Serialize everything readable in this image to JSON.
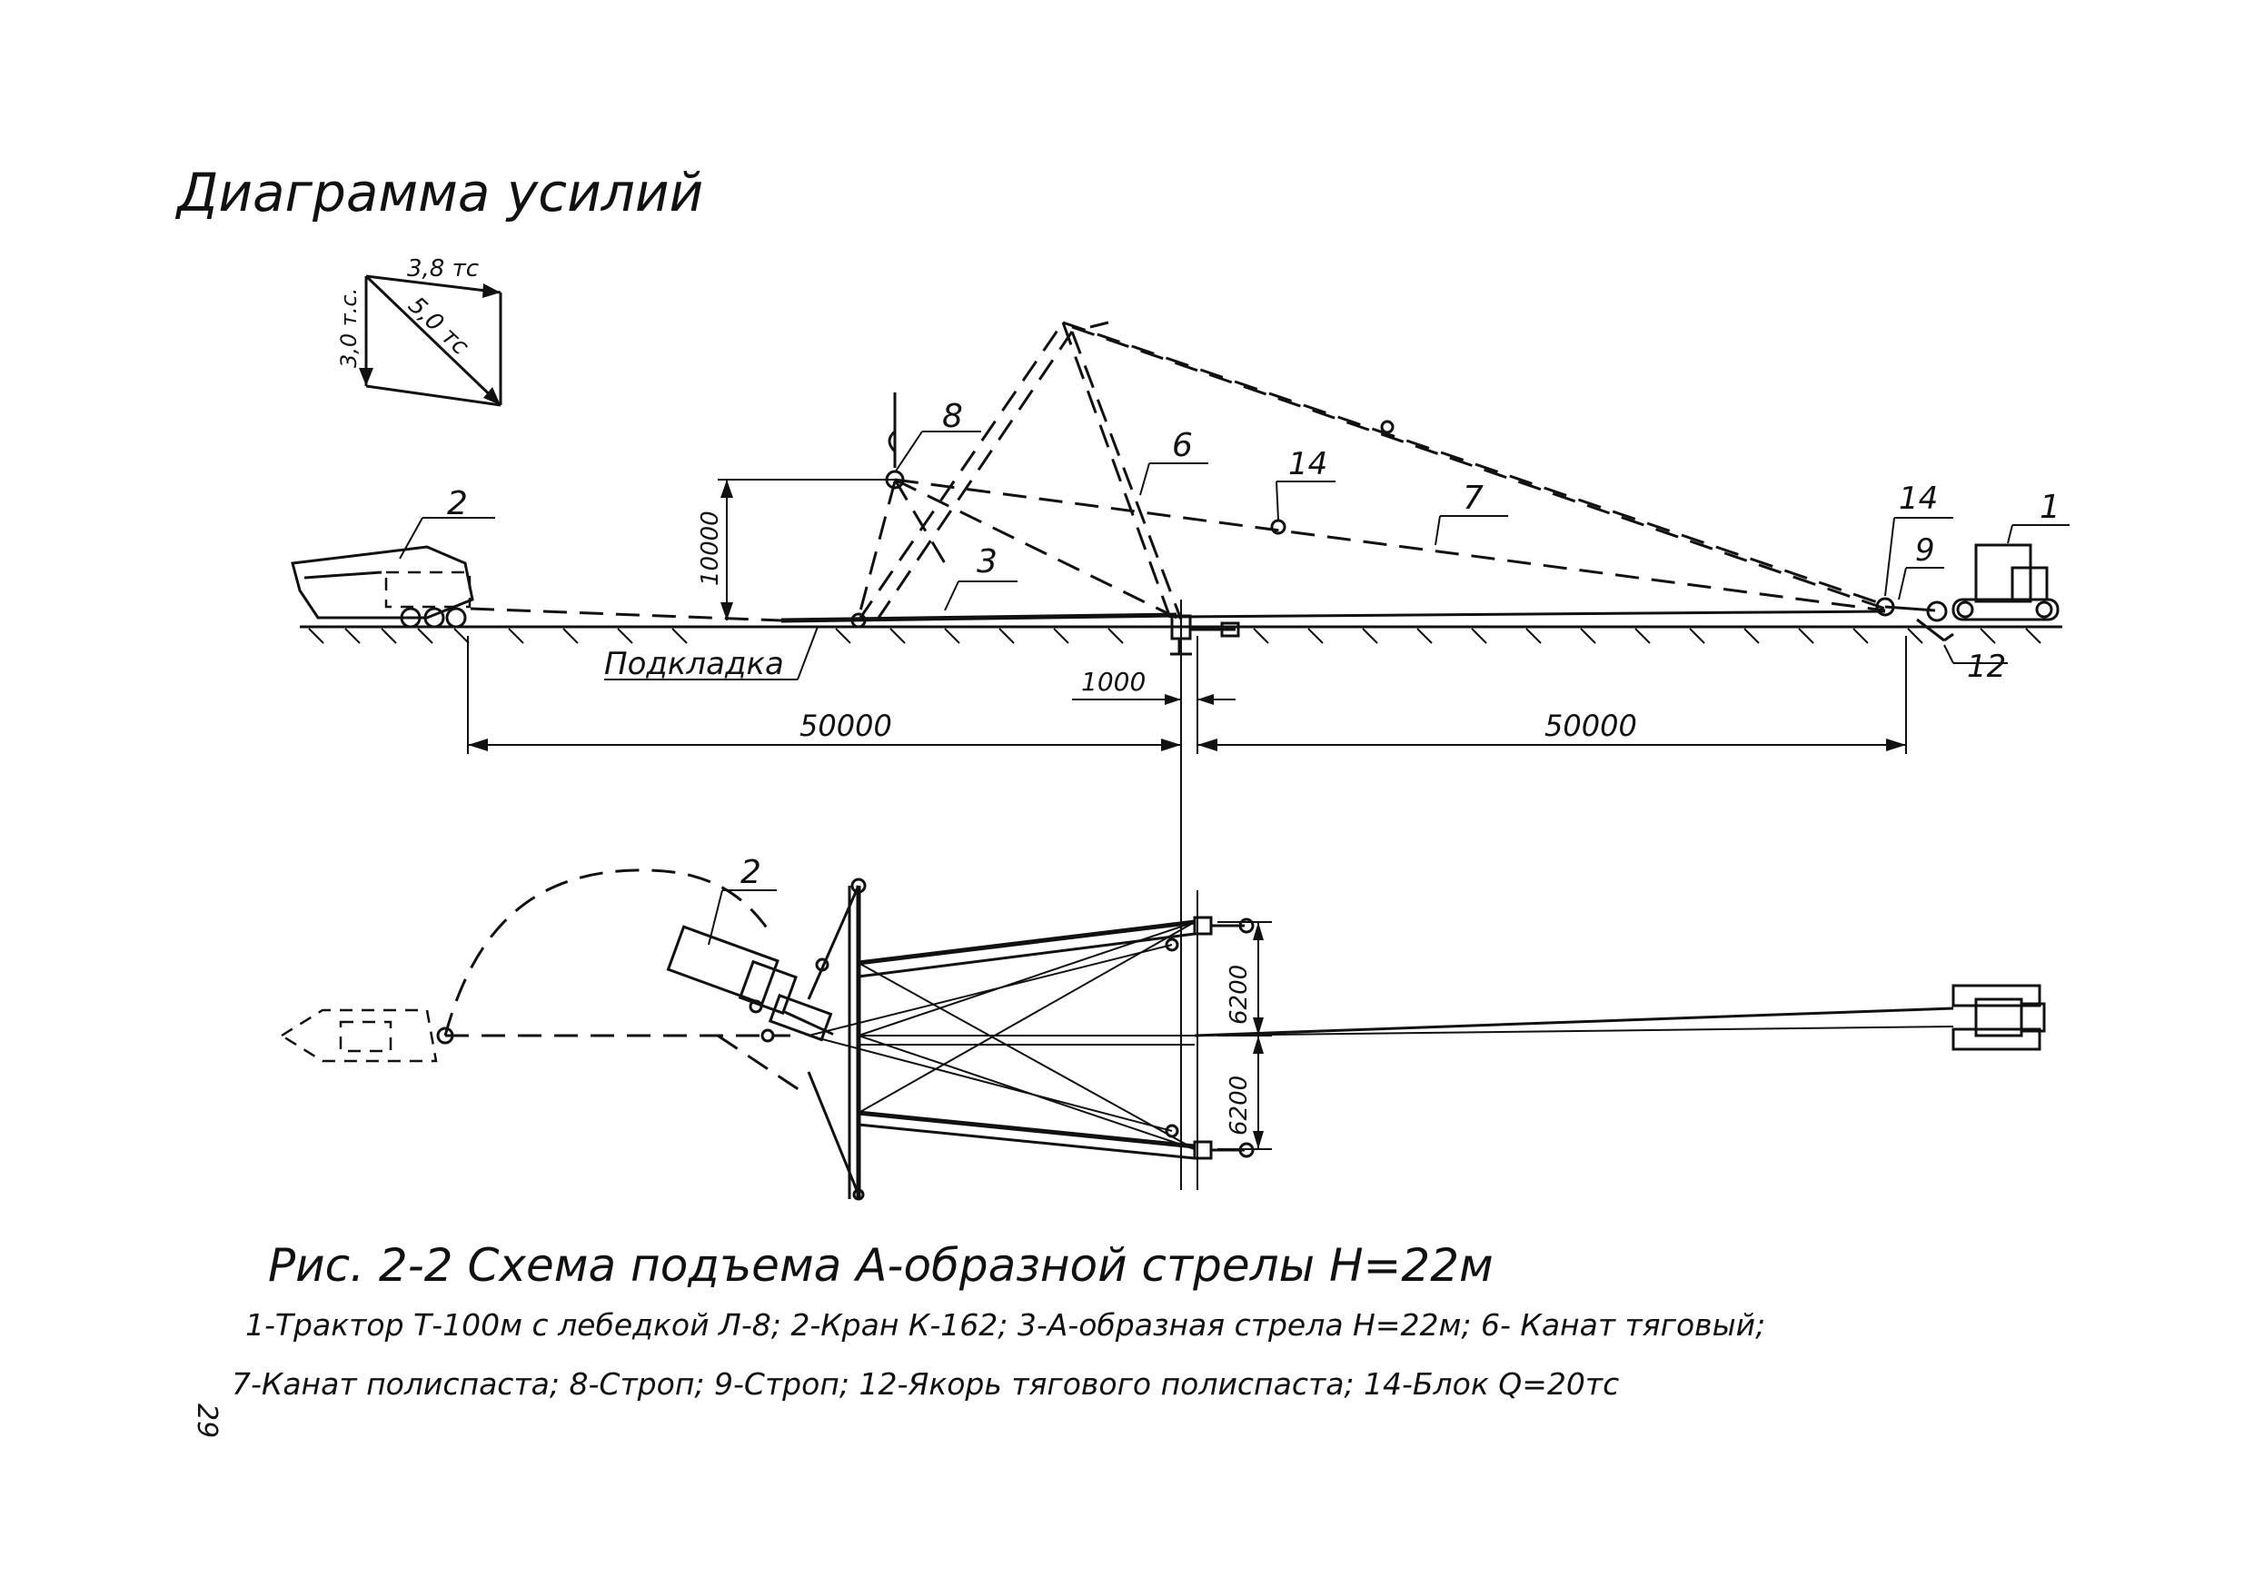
{
  "heading": "Диаграмма усилий",
  "force_diagram": {
    "horizontal": "3,8 тс",
    "vertical": "3,0 т.с.",
    "diagonal": "5,0 тс"
  },
  "dimensions": {
    "height": "10000",
    "offset": "1000",
    "left_span": "50000",
    "right_span": "50000",
    "plan_upper": "6200",
    "plan_lower": "6200"
  },
  "labels": {
    "pad": "Подкладка"
  },
  "markers": {
    "m1": "1",
    "m2_elev": "2",
    "m2_plan": "2",
    "m3": "3",
    "m6": "6",
    "m7": "7",
    "m8": "8",
    "m9": "9",
    "m12": "12",
    "m14a": "14",
    "m14b": "14"
  },
  "caption": {
    "title": "Рис. 2-2   Схема подъема А-образной стрелы  Н=22м",
    "legend_line1": "1-Трактор Т-100м с лебедкой Л-8; 2-Кран К-162; 3-А-образная стрела Н=22м; 6- Канат тяговый;",
    "legend_line2": "7-Канат полиспаста; 8-Строп; 9-Строп; 12-Якорь тягового полиспаста; 14-Блок Q=20тс"
  },
  "page_number": "29"
}
